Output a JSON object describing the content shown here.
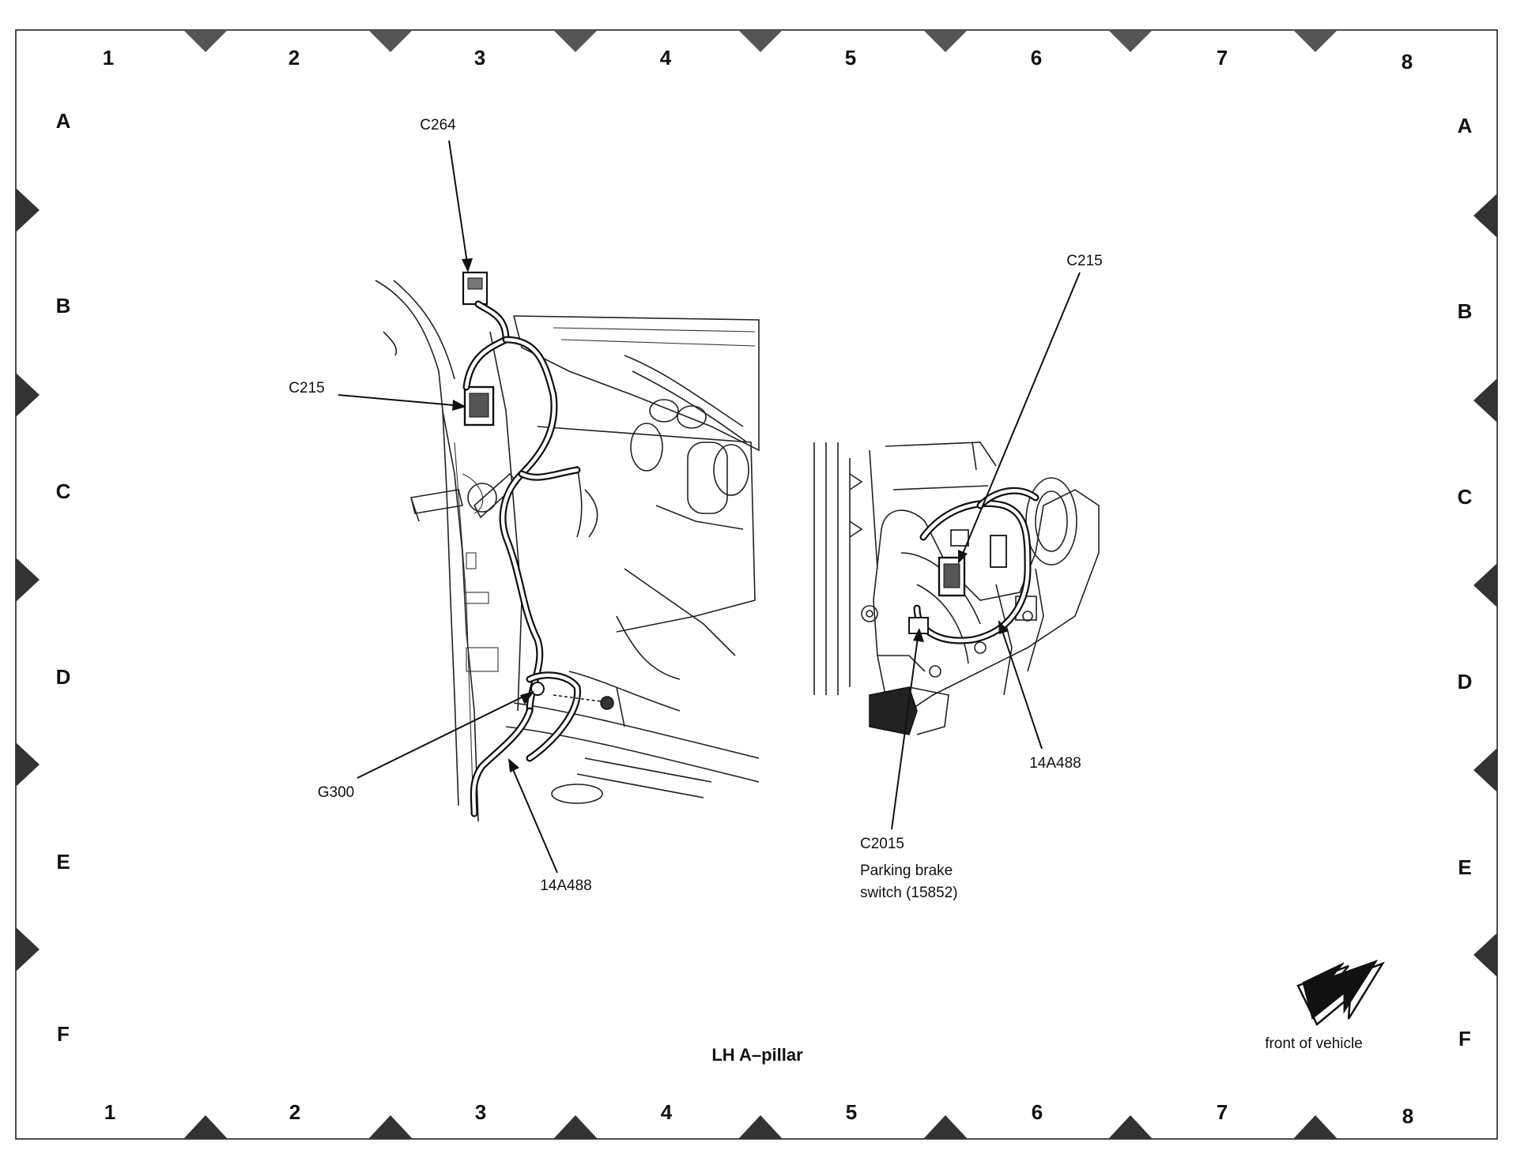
{
  "grid": {
    "columns": [
      "1",
      "2",
      "3",
      "4",
      "5",
      "6",
      "7",
      "8"
    ],
    "rows": [
      "A",
      "B",
      "C",
      "D",
      "E",
      "F"
    ]
  },
  "left_view": {
    "callouts": {
      "c264": "C264",
      "c215": "C215",
      "g300": "G300",
      "harness": "14A488"
    }
  },
  "right_view": {
    "callouts": {
      "c215": "C215",
      "harness": "14A488",
      "c2015": "C2015",
      "switch_line1": "Parking brake",
      "switch_line2": "switch (15852)"
    }
  },
  "caption": "LH A–pillar",
  "orientation": {
    "label": "front of vehicle",
    "icon": "arrow-icon"
  }
}
